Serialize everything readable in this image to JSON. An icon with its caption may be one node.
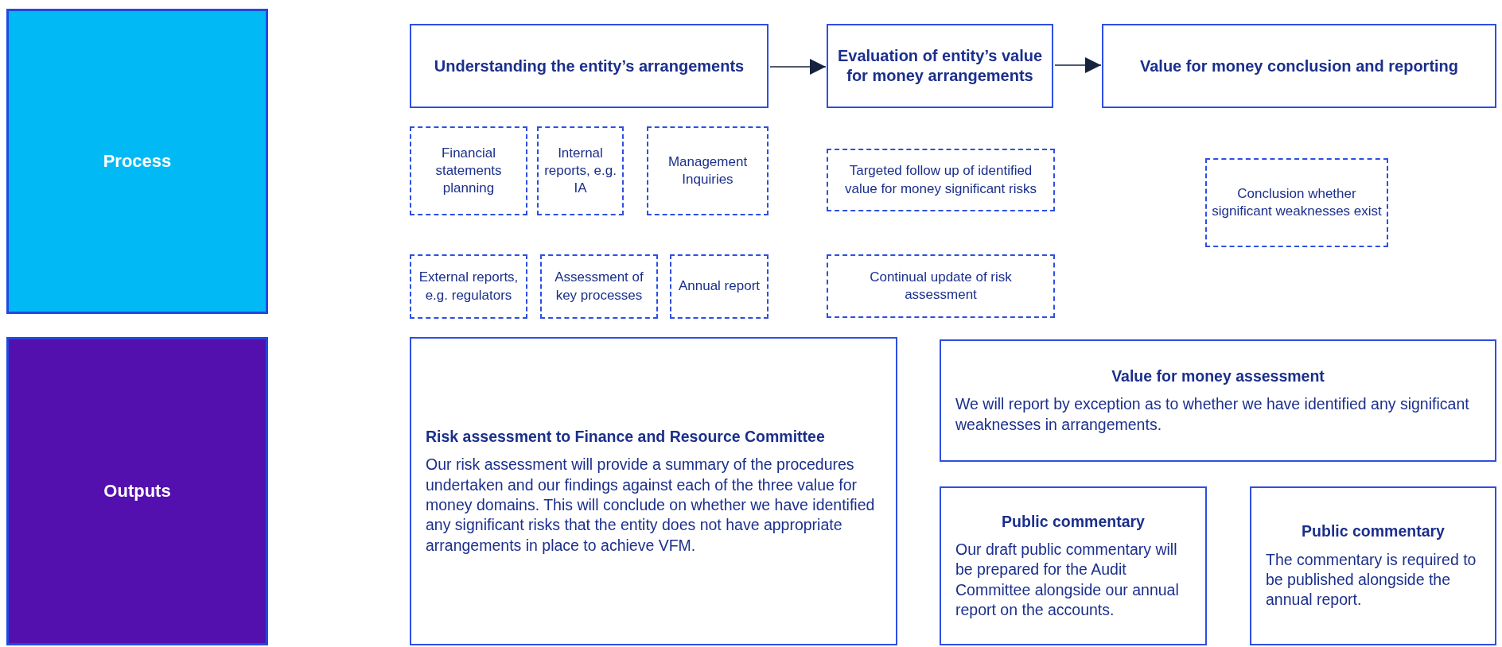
{
  "diagram": {
    "nodes": [
      {
        "text": [
          "Process"
        ]
      },
      {
        "text": [
          "Outputs"
        ]
      },
      {
        "text": [
          "Understanding the entity’s arrangements"
        ]
      },
      {
        "text": [
          "Evaluation of entity’s value for money arrangements"
        ]
      },
      {
        "text": [
          "Value for money conclusion and reporting"
        ]
      },
      {
        "text": [
          "Financial statements planning"
        ]
      },
      {
        "text": [
          "Internal reports, e.g. IA"
        ]
      },
      {
        "text": [
          "Management Inquiries"
        ]
      },
      {
        "text": [
          "External reports, e.g. regulators"
        ]
      },
      {
        "text": [
          "Assessment of key processes"
        ]
      },
      {
        "text": [
          "Annual report"
        ]
      },
      {
        "text": [
          "Targeted follow up of identified value for money significant risks"
        ]
      },
      {
        "text": [
          "Continual update of risk assessment"
        ]
      },
      {
        "text": [
          "Conclusion whether significant weaknesses exist"
        ]
      },
      {
        "text": [
          "Risk assessment to Finance and Resource Committee",
          "Our risk assessment will provide a summary of the procedures undertaken and our findings against each of the three value for money domains. This will conclude on whether we have identified any significant risks that the entity does not have appropriate arrangements in place to achieve VFM."
        ]
      },
      {
        "text": [
          "Value for money assessment",
          "We will report by exception as to whether we have identified any significant weaknesses in arrangements."
        ]
      },
      {
        "text": [
          "Public commentary",
          "Our draft public commentary will be prepared for the Audit Committee alongside our annual report on the accounts."
        ]
      },
      {
        "text": [
          "Public commentary",
          "The commentary is required to be published alongside the annual report."
        ]
      }
    ],
    "edges": [
      {
        "from": 2,
        "to": 3,
        "arrow": "to"
      },
      {
        "from": 3,
        "to": 4,
        "arrow": "to"
      }
    ]
  }
}
